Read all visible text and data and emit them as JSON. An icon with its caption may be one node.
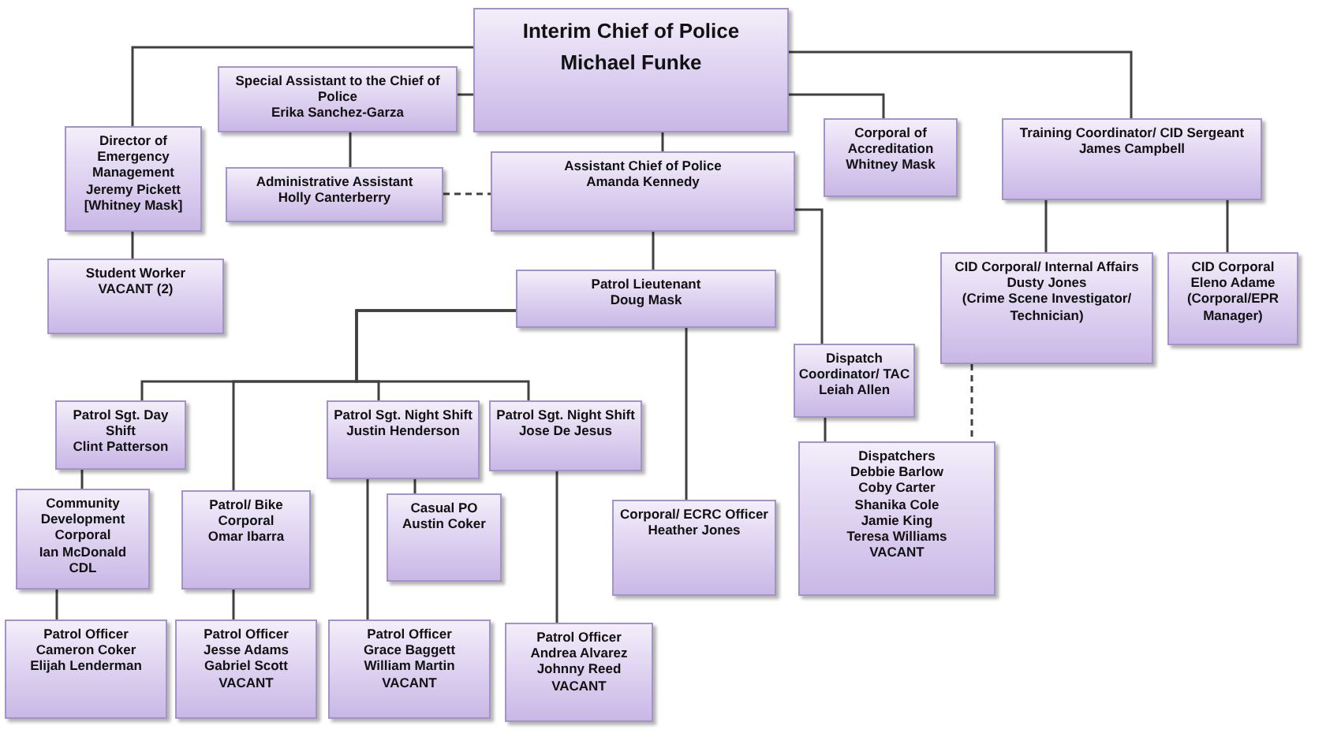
{
  "diagram": {
    "nodes": [
      {
        "text": [
          "Interim Chief of Police",
          "Michael Funke"
        ]
      },
      {
        "text": [
          "Special Assistant to the Chief of Police",
          "Erika Sanchez-Garza"
        ]
      },
      {
        "text": [
          "Director of Emergency Management",
          "Jeremy Pickett",
          "[Whitney Mask]"
        ]
      },
      {
        "text": [
          "Administrative Assistant",
          "Holly Canterberry"
        ]
      },
      {
        "text": [
          "Assistant Chief of Police",
          "Amanda Kennedy"
        ]
      },
      {
        "text": [
          "Corporal of Accreditation",
          "Whitney Mask"
        ]
      },
      {
        "text": [
          "Training Coordinator/ CID Sergeant",
          "James Campbell"
        ]
      },
      {
        "text": [
          "Student Worker",
          "VACANT (2)"
        ]
      },
      {
        "text": [
          "Patrol Lieutenant",
          "Doug Mask"
        ]
      },
      {
        "text": [
          "CID Corporal/ Internal Affairs",
          "Dusty Jones",
          "(Crime Scene Investigator/ Technician)"
        ]
      },
      {
        "text": [
          "CID Corporal",
          "Eleno Adame",
          "(Corporal/EPR Manager)"
        ]
      },
      {
        "text": [
          "Dispatch Coordinator/ TAC",
          "Leiah Allen"
        ]
      },
      {
        "text": [
          "Patrol Sgt. Day Shift",
          "Clint Patterson"
        ]
      },
      {
        "text": [
          "Patrol Sgt. Night Shift",
          "Justin Henderson"
        ]
      },
      {
        "text": [
          "Patrol Sgt. Night Shift",
          "Jose De Jesus"
        ]
      },
      {
        "text": [
          "Community Development Corporal",
          "Ian McDonald",
          "CDL"
        ]
      },
      {
        "text": [
          "Patrol/ Bike Corporal",
          "Omar Ibarra"
        ]
      },
      {
        "text": [
          "Casual PO",
          "Austin Coker"
        ]
      },
      {
        "text": [
          "Corporal/ ECRC Officer",
          "Heather Jones"
        ]
      },
      {
        "text": [
          "Dispatchers",
          "Debbie Barlow",
          "Coby Carter",
          "Shanika Cole",
          "Jamie King",
          "Teresa Williams",
          "VACANT"
        ]
      },
      {
        "text": [
          "Patrol Officer",
          "Cameron Coker",
          "Elijah Lenderman"
        ]
      },
      {
        "text": [
          "Patrol Officer",
          "Jesse Adams",
          "Gabriel Scott",
          "VACANT"
        ]
      },
      {
        "text": [
          "Patrol Officer",
          "Grace Baggett",
          "William Martin",
          "VACANT"
        ]
      },
      {
        "text": [
          "Patrol Officer",
          "Andrea Alvarez",
          "Johnny Reed",
          "VACANT"
        ]
      }
    ],
    "edges": [
      {
        "from": 0,
        "to": 2,
        "arrow": "none"
      },
      {
        "from": 0,
        "to": 1,
        "arrow": "none"
      },
      {
        "from": 0,
        "to": 4,
        "arrow": "none"
      },
      {
        "from": 0,
        "to": 5,
        "arrow": "none"
      },
      {
        "from": 0,
        "to": 6,
        "arrow": "none"
      },
      {
        "from": 1,
        "to": 3,
        "arrow": "none"
      },
      {
        "from": 3,
        "to": 4,
        "arrow": "none",
        "style": "dashed"
      },
      {
        "from": 2,
        "to": 7,
        "arrow": "none"
      },
      {
        "from": 4,
        "to": 8,
        "arrow": "none"
      },
      {
        "from": 4,
        "to": 11,
        "arrow": "none"
      },
      {
        "from": 6,
        "to": 9,
        "arrow": "none"
      },
      {
        "from": 6,
        "to": 10,
        "arrow": "none"
      },
      {
        "from": 9,
        "to": 19,
        "arrow": "none",
        "style": "dashed"
      },
      {
        "from": 8,
        "to": 12,
        "arrow": "none"
      },
      {
        "from": 8,
        "to": 16,
        "arrow": "none"
      },
      {
        "from": 8,
        "to": 13,
        "arrow": "none"
      },
      {
        "from": 8,
        "to": 14,
        "arrow": "none"
      },
      {
        "from": 8,
        "to": 18,
        "arrow": "none"
      },
      {
        "from": 12,
        "to": 15,
        "arrow": "none"
      },
      {
        "from": 15,
        "to": 20,
        "arrow": "none"
      },
      {
        "from": 16,
        "to": 21,
        "arrow": "none"
      },
      {
        "from": 13,
        "to": 17,
        "arrow": "none"
      },
      {
        "from": 13,
        "to": 22,
        "arrow": "none"
      },
      {
        "from": 14,
        "to": 23,
        "arrow": "none"
      },
      {
        "from": 11,
        "to": 19,
        "arrow": "none"
      }
    ]
  }
}
